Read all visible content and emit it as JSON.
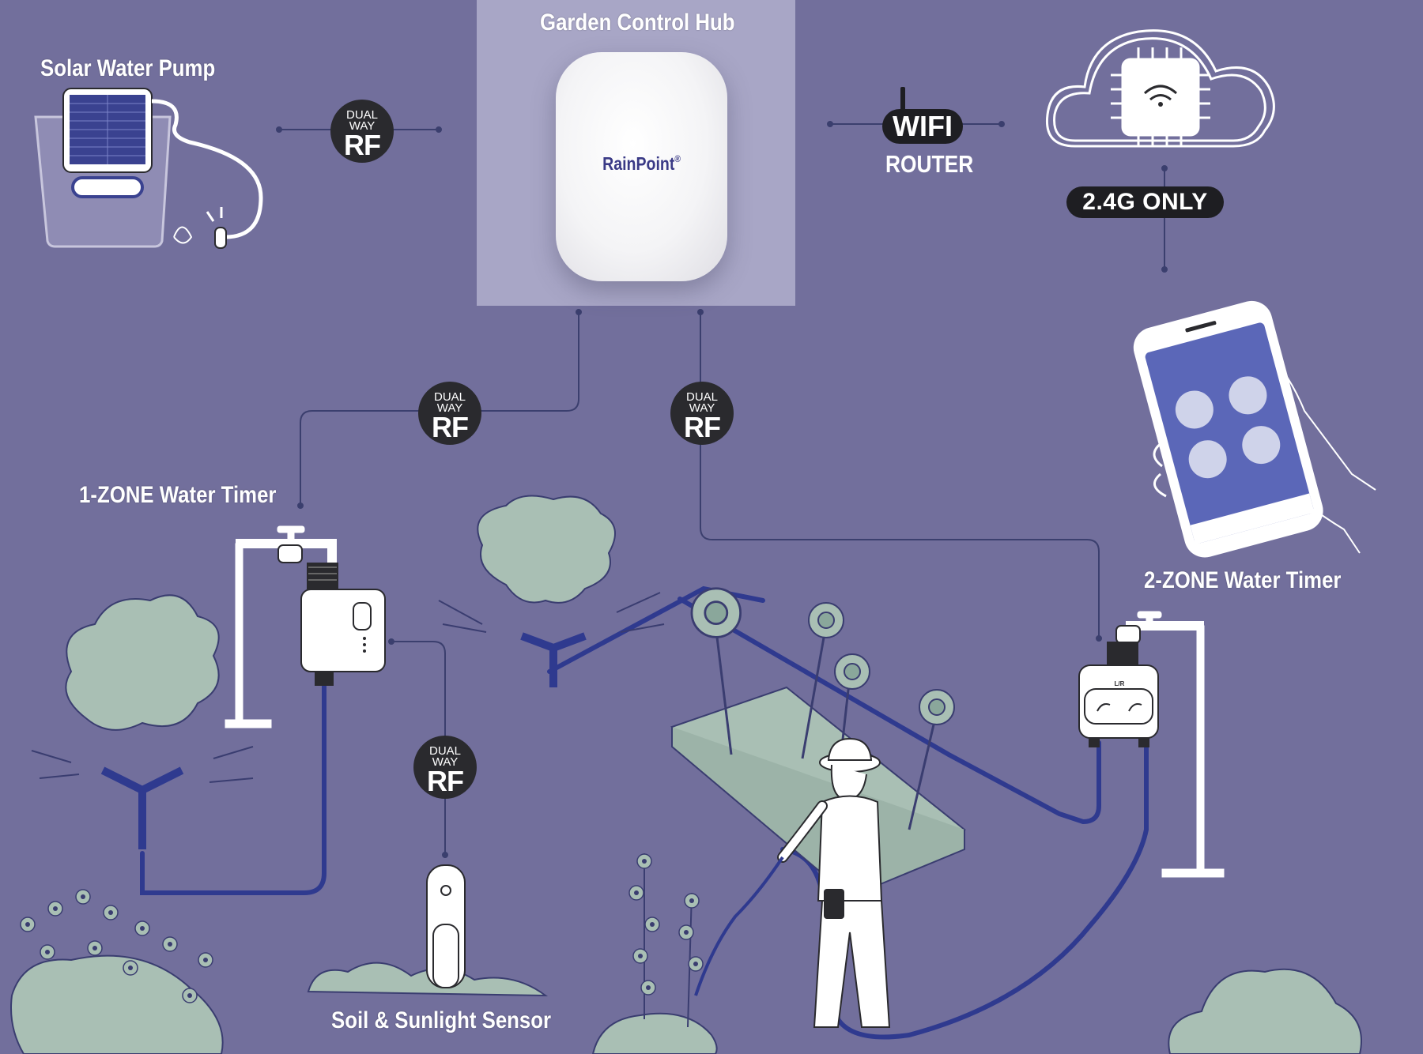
{
  "labels": {
    "hub": "Garden Control Hub",
    "solar_pump": "Solar Water Pump",
    "one_zone_timer": "1-ZONE Water Timer",
    "two_zone_timer": "2-ZONE Water Timer",
    "sensor": "Soil & Sunlight Sensor",
    "router": "ROUTER",
    "band": "2.4G ONLY"
  },
  "hub_device": {
    "brand": "RainPoint",
    "mark": "®"
  },
  "wifi_badge": "WIFI",
  "rf_badge": {
    "line1": "DUAL",
    "line2": "WAY",
    "line3": "RF"
  },
  "timer_2zone_tag": "L/R",
  "colors": {
    "background": "#726f9c",
    "hub_panel": "#a8a6c6",
    "badge": "#2a2a2e",
    "pipe": "#2f3a8f",
    "foliage": "#a9bfb4",
    "outline": "#ffffff"
  }
}
